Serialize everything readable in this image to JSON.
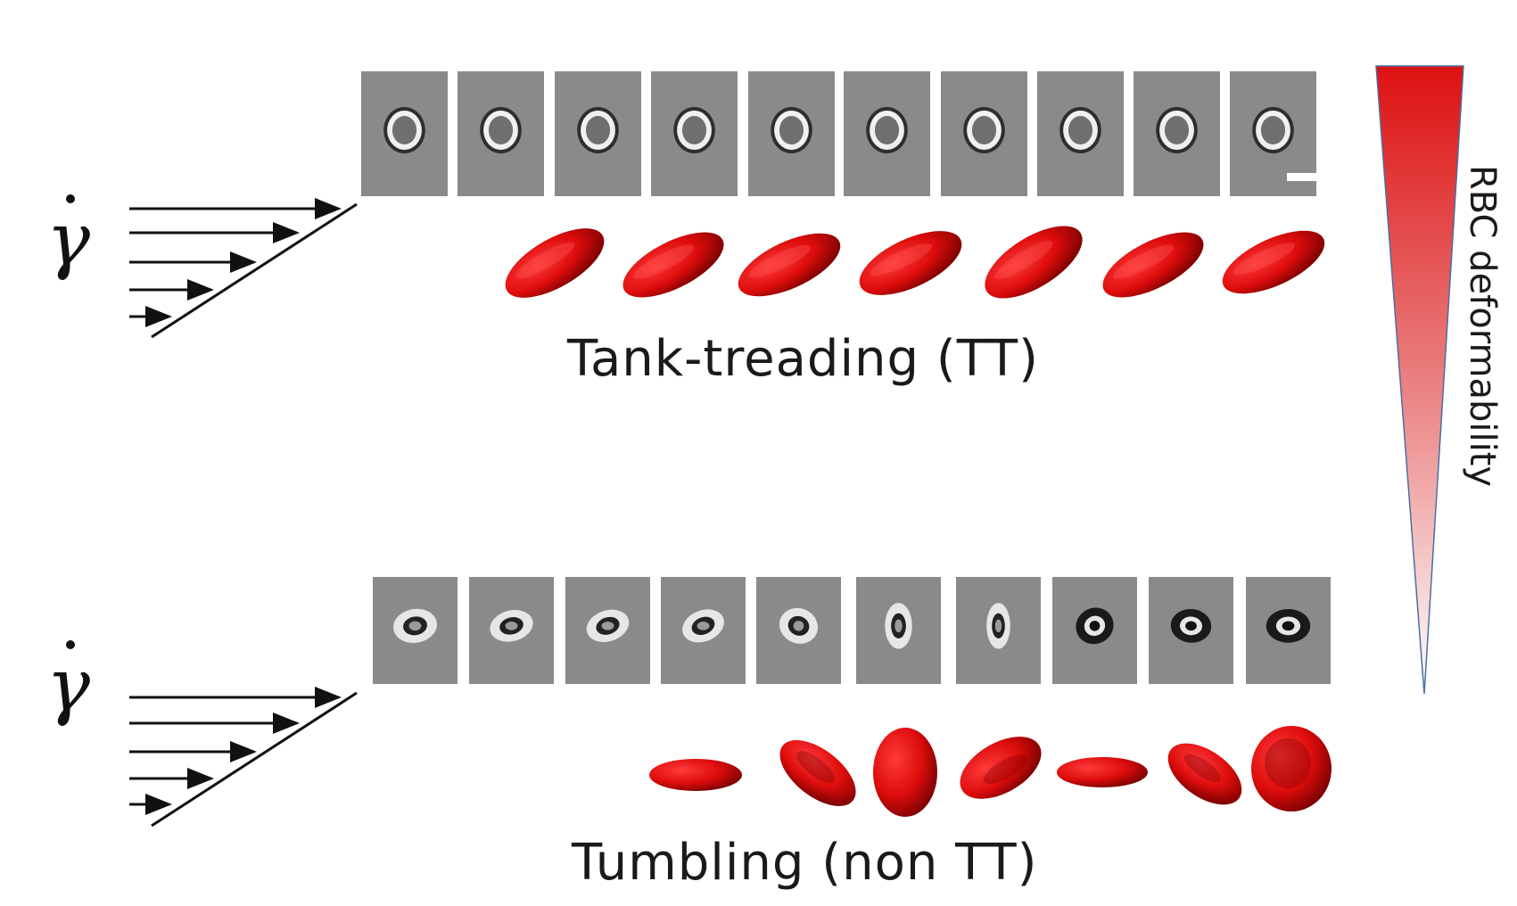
{
  "shear_symbol": "γ",
  "tank_treading": {
    "label": "Tank-treading (TT)",
    "frame_count": 10,
    "model_count": 7
  },
  "tumbling": {
    "label": "Tumbling (non TT)",
    "frame_count": 10,
    "model_count": 7
  },
  "gradient": {
    "label": "RBC deformability",
    "color_top": "#dd1111",
    "color_bottom": "#ffffff",
    "outline": "#4a6fa5"
  },
  "colors": {
    "cell": "#e01010",
    "cell_dark": "#7a0000",
    "frame_bg": "#8a8a8a"
  }
}
